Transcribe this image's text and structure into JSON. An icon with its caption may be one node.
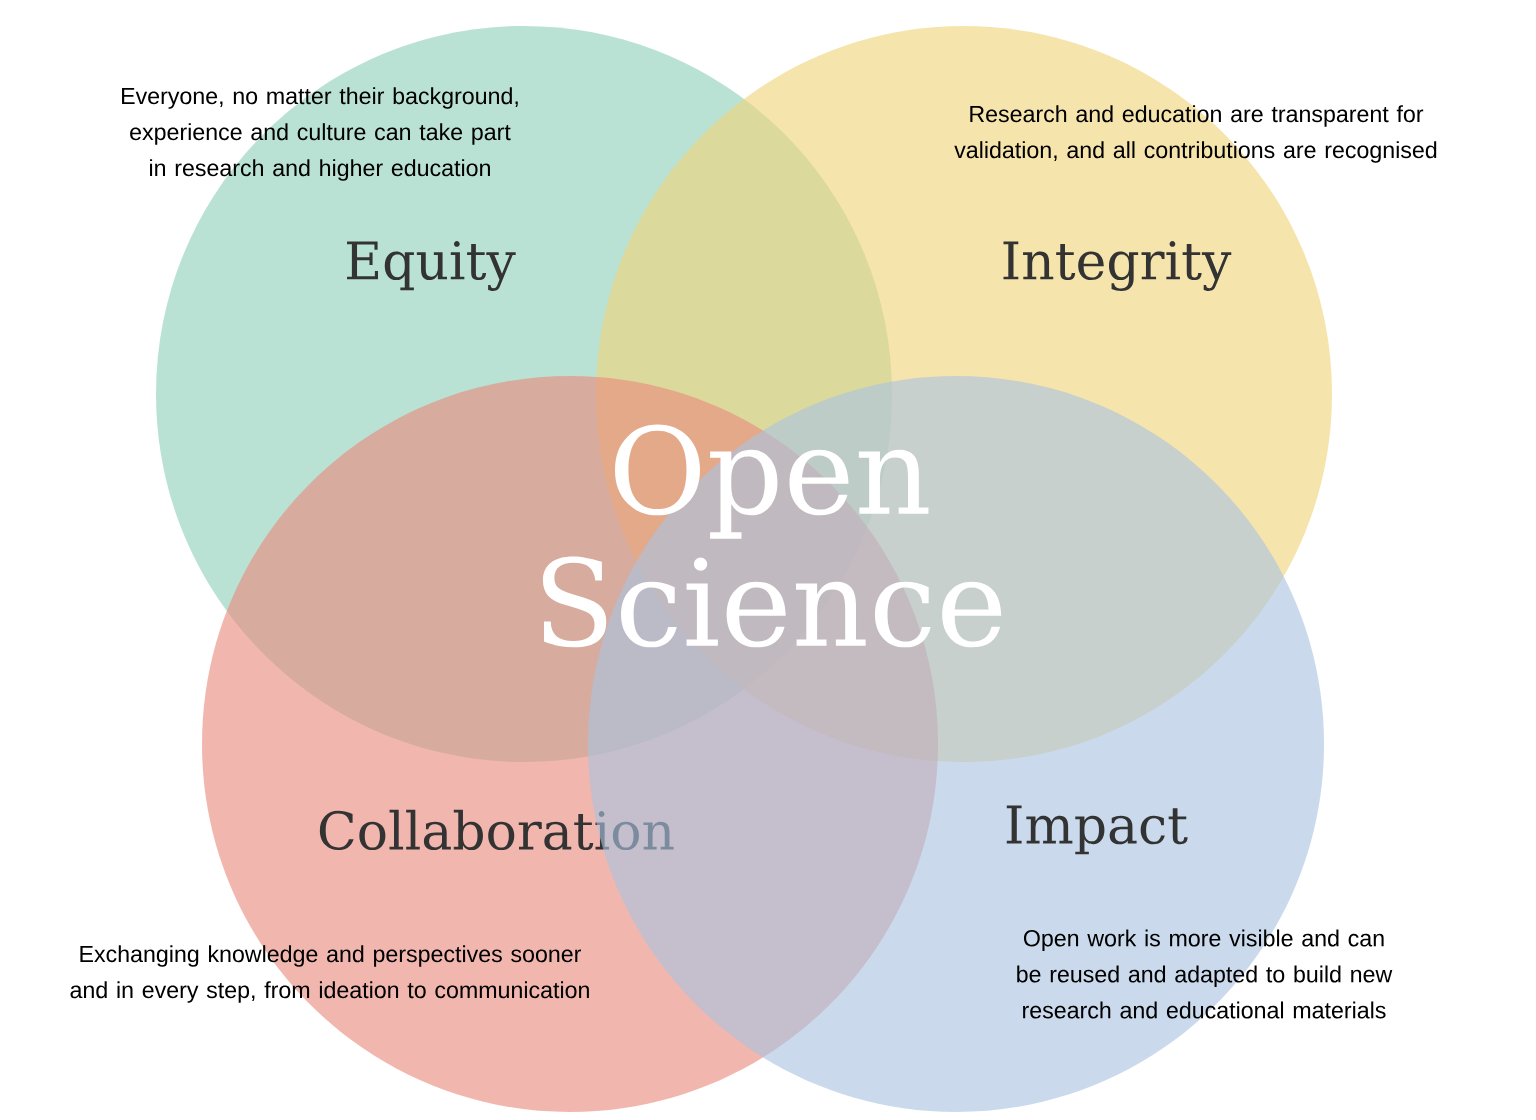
{
  "diagram": {
    "nodes": [
      {
        "text": [
          "Everyone, no matter their background, experience and culture can take part in research and higher education",
          "Equity"
        ]
      },
      {
        "text": [
          "Research and education are transparent for validation, and all contributions are recognised",
          "Integrity"
        ]
      },
      {
        "text": [
          "Collaboration",
          "Exchanging knowledge and perspectives sooner and in every step, from ideation to communication"
        ]
      },
      {
        "text": [
          "Impact",
          "Open work is more visible and can be reused and adapted to build new research and educational materials"
        ]
      }
    ],
    "labels": [
      "Open Science"
    ]
  }
}
